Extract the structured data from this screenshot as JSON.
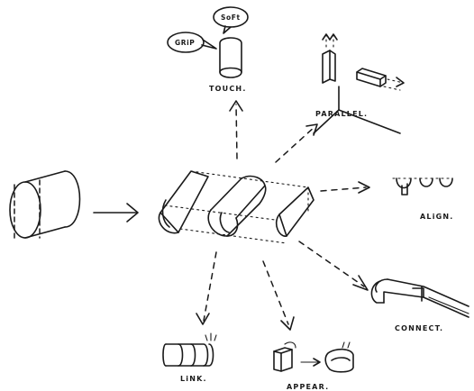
{
  "labels": {
    "touch": "TOUCH.",
    "parallel": "PARALLEL.",
    "align": "ALiGN.",
    "connect": "CONNECT.",
    "link": "LiNK.",
    "appear": "APPEAR."
  },
  "bubbles": {
    "soft": "SoFt",
    "grip": "GRiP"
  },
  "colors": {
    "ink": "#1a1a1a",
    "paper": "#ffffff"
  }
}
